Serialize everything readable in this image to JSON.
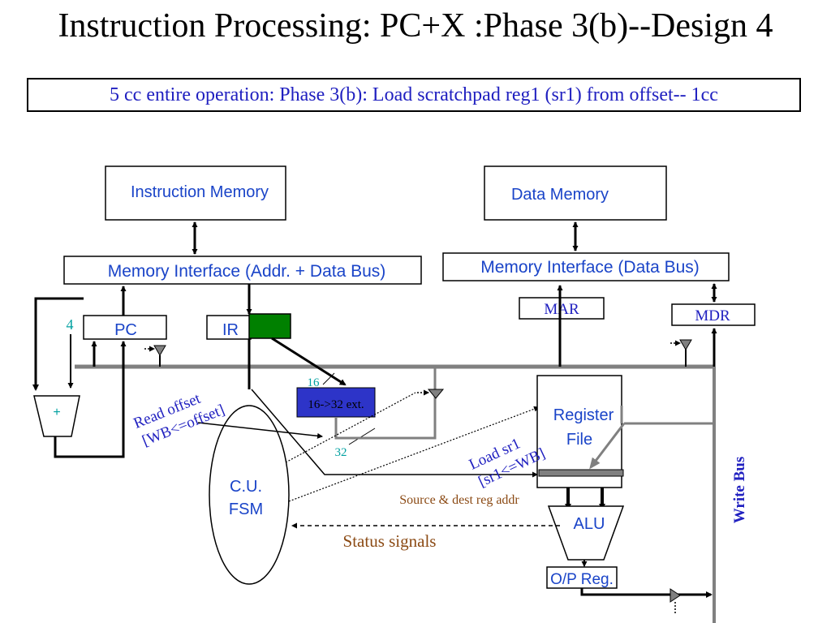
{
  "title": "Instruction Processing: PC+X :Phase 3(b)--Design 4",
  "subtitle": "5 cc entire operation: Phase 3(b): Load scratchpad reg1 (sr1) from offset-- 1cc",
  "blocks": {
    "instruction_memory": "Instruction Memory",
    "data_memory": "Data Memory",
    "mem_interface_left": "Memory Interface (Addr. + Data Bus)",
    "mem_interface_right": "Memory Interface (Data Bus)",
    "mar": "MAR",
    "mdr": "MDR",
    "pc": "PC",
    "ir": "IR",
    "adder": "+",
    "adder_input": "4",
    "sign_ext": "16->32 ext.",
    "width_in": "16",
    "width_out": "32",
    "register_file_line1": "Register",
    "register_file_line2": "File",
    "cu_line1": "C.U.",
    "cu_line2": "FSM",
    "alu": "ALU",
    "op_reg": "O/P Reg."
  },
  "annotations": {
    "read_offset_line1": "Read offset",
    "read_offset_line2": "[WB<=offset]",
    "load_sr1_line1": "Load sr1",
    "load_sr1_line2": "[sr1<=WB]",
    "reg_addr": "Source & dest reg addr",
    "status_signals": "Status signals",
    "write_bus": "Write Bus"
  },
  "colors": {
    "subtitle_text": "#2020c0",
    "cyan_labels": "#00a0a0",
    "annotation_blue": "#2020c0",
    "annotation_brown": "#8b4a14",
    "ir_green": "#008000",
    "ext_blue": "#2d34c8",
    "bus_gray": "#808080"
  }
}
